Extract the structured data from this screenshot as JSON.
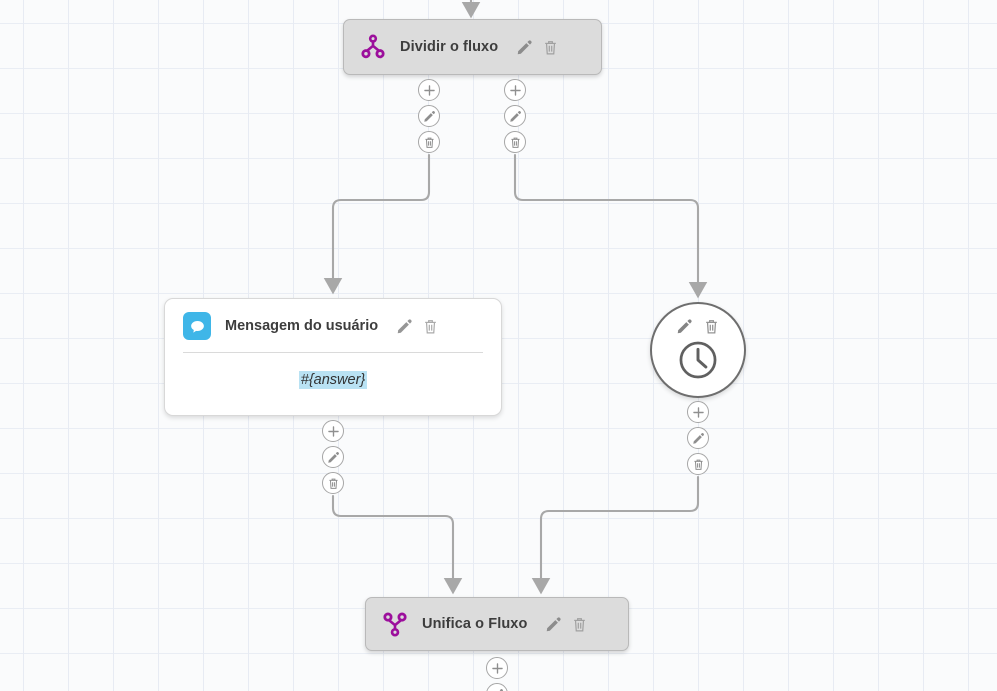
{
  "canvas": {
    "background_color": "#fafbfc",
    "grid_color": "#e7ebf3",
    "grid_size": 45
  },
  "palette": {
    "split_icon_color": "#9c0f9c",
    "merge_icon_color": "#9c0f9c",
    "chat_badge_color": "#3fb6e8",
    "node_pill_bg": "#dcdcdc",
    "node_pill_border": "#b9b9b9",
    "card_bg": "#ffffff",
    "edge_color": "#a8a8a8",
    "token_highlight": "#b9e2f3",
    "action_icon_color": "#6e6e6e"
  },
  "nodes": {
    "split": {
      "title": "Dividir o fluxo",
      "icon": "split-flow-icon",
      "edit_label": "Editar",
      "delete_label": "Excluir"
    },
    "message": {
      "title": "Mensagem do usuário",
      "icon": "chat-bubble-icon",
      "body_text": "#{answer}",
      "edit_label": "Editar",
      "delete_label": "Excluir"
    },
    "delay": {
      "icon": "clock-icon",
      "edit_label": "Editar",
      "delete_label": "Excluir"
    },
    "merge": {
      "title": "Unifica o Fluxo",
      "icon": "merge-flow-icon",
      "edit_label": "Editar",
      "delete_label": "Excluir"
    }
  },
  "port_buttons": {
    "add_label": "+",
    "add_icon": "plus-icon",
    "edit_icon": "pencil-icon",
    "delete_icon": "trash-icon"
  },
  "edges": [
    {
      "name": "incoming-to-split",
      "from": "canvas-top",
      "to": "split"
    },
    {
      "name": "split-left-to-message",
      "from": "split",
      "to": "message"
    },
    {
      "name": "split-right-to-delay",
      "from": "split",
      "to": "delay"
    },
    {
      "name": "message-to-merge",
      "from": "message",
      "to": "merge"
    },
    {
      "name": "delay-to-merge",
      "from": "delay",
      "to": "merge"
    }
  ]
}
